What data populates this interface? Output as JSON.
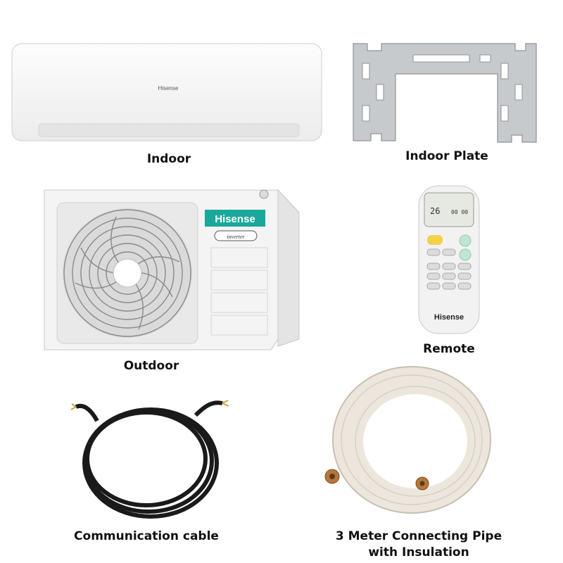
{
  "items": [
    {
      "id": "indoor",
      "caption": "Indoor",
      "brand": "Hisense"
    },
    {
      "id": "indoor-plate",
      "caption": "Indoor Plate"
    },
    {
      "id": "outdoor",
      "caption": "Outdoor",
      "brand": "Hisense",
      "sub_brand": "inverter"
    },
    {
      "id": "remote",
      "caption": "Remote",
      "brand": "Hisense",
      "display": "26",
      "display2": "00 00"
    },
    {
      "id": "communication-cable",
      "caption": "Communication cable"
    },
    {
      "id": "connecting-pipe",
      "caption_line1": "3 Meter Connecting Pipe",
      "caption_line2": "with Insulation"
    }
  ],
  "colors": {
    "brand_teal": "#1aa89c",
    "remote_yellow": "#f3d24a",
    "remote_green": "#bfe6d0",
    "pipe": "#ece6dc",
    "cable": "#1a1a1a",
    "copper": "#b7773a"
  }
}
